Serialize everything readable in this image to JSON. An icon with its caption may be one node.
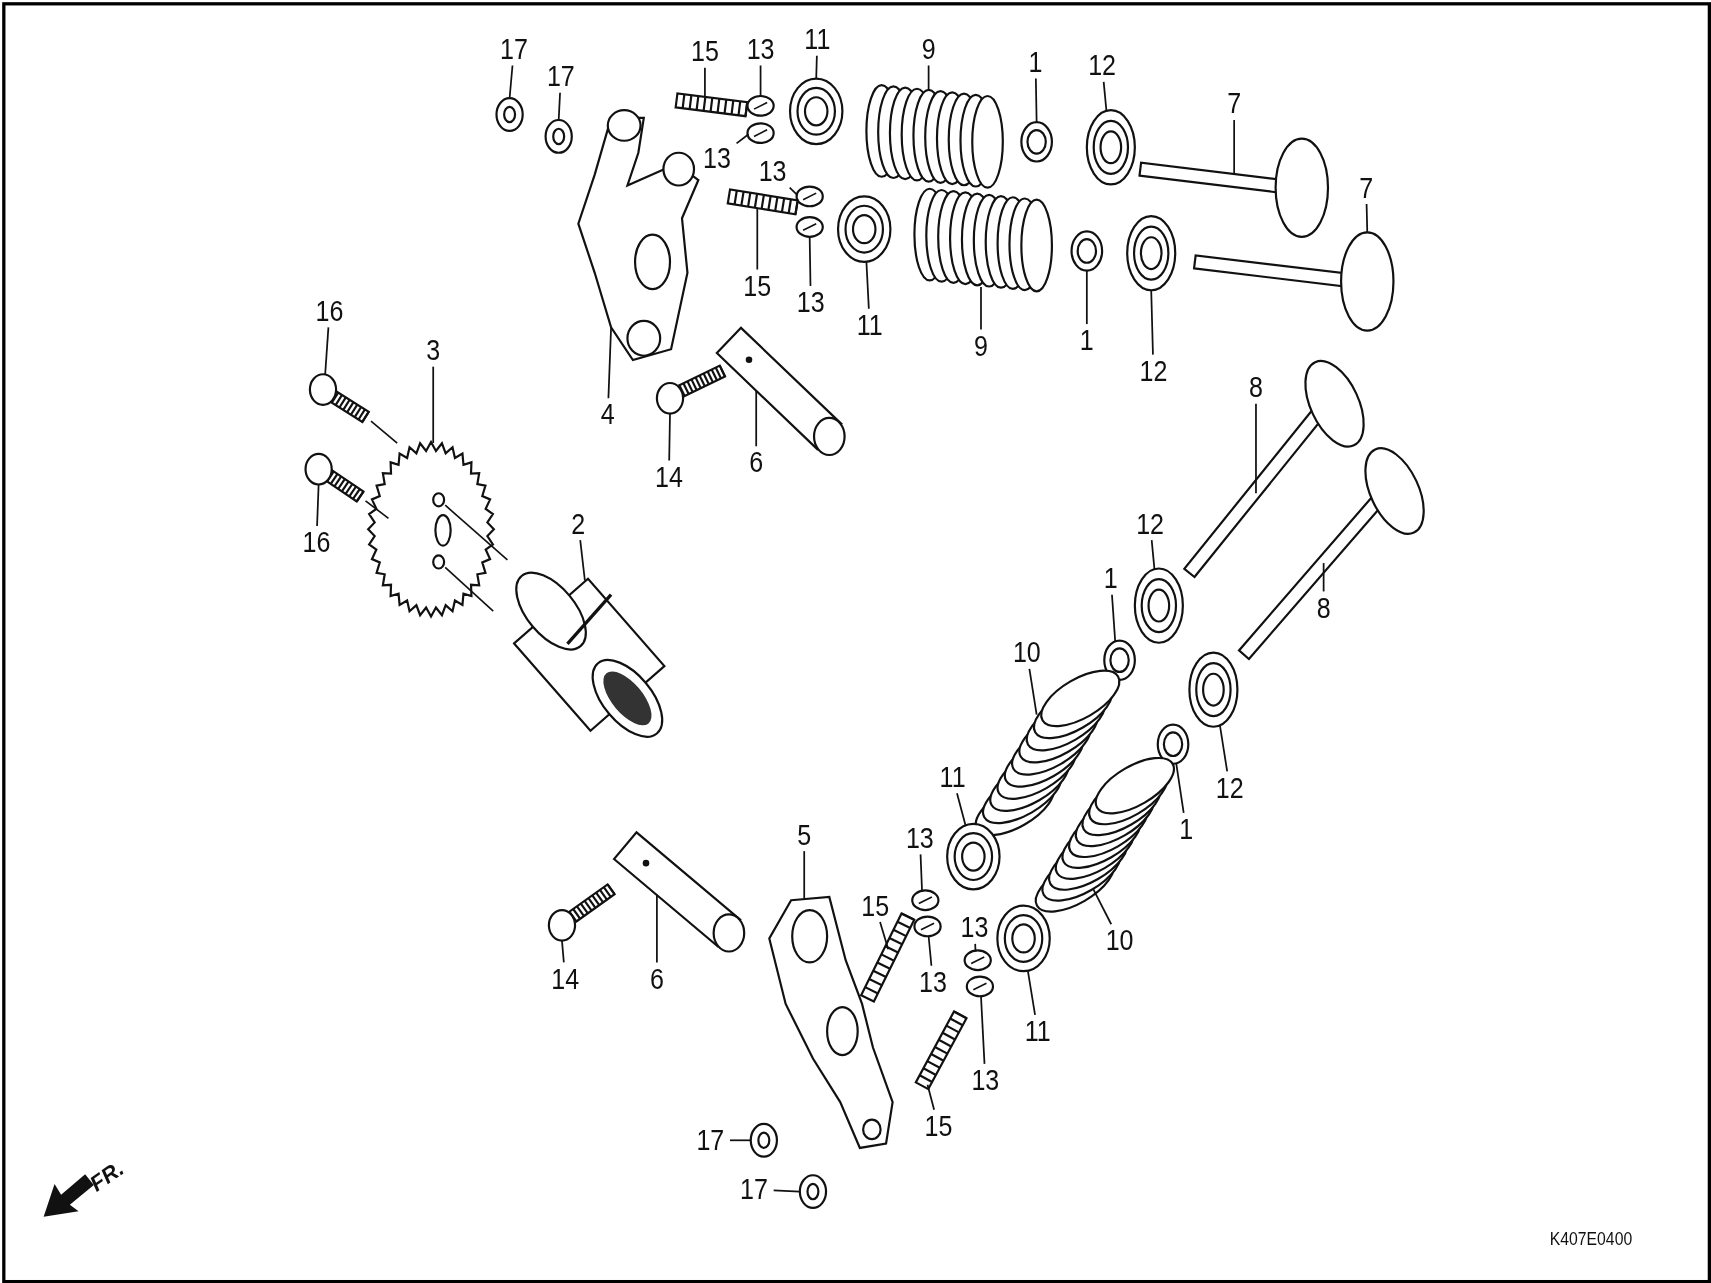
{
  "diagram": {
    "nodes": [
      {
        "text": [
          "17"
        ]
      },
      {
        "text": [
          "17"
        ]
      },
      {
        "text": [
          "15"
        ]
      },
      {
        "text": [
          "13"
        ]
      },
      {
        "text": [
          "13"
        ]
      },
      {
        "text": [
          "13"
        ]
      },
      {
        "text": [
          "15"
        ]
      },
      {
        "text": [
          "13"
        ]
      },
      {
        "text": [
          "11"
        ]
      },
      {
        "text": [
          "11"
        ]
      },
      {
        "text": [
          "9"
        ]
      },
      {
        "text": [
          "9"
        ]
      },
      {
        "text": [
          "1"
        ]
      },
      {
        "text": [
          "1"
        ]
      },
      {
        "text": [
          "12"
        ]
      },
      {
        "text": [
          "12"
        ]
      },
      {
        "text": [
          "7"
        ]
      },
      {
        "text": [
          "7"
        ]
      },
      {
        "text": [
          "16"
        ]
      },
      {
        "text": [
          "3"
        ]
      },
      {
        "text": [
          "4"
        ]
      },
      {
        "text": [
          "14"
        ]
      },
      {
        "text": [
          "6"
        ]
      },
      {
        "text": [
          "16"
        ]
      },
      {
        "text": [
          "2"
        ]
      },
      {
        "text": [
          "8"
        ]
      },
      {
        "text": [
          "12"
        ]
      },
      {
        "text": [
          "1"
        ]
      },
      {
        "text": [
          "8"
        ]
      },
      {
        "text": [
          "10"
        ]
      },
      {
        "text": [
          "1"
        ]
      },
      {
        "text": [
          "12"
        ]
      },
      {
        "text": [
          "11"
        ]
      },
      {
        "text": [
          "13"
        ]
      },
      {
        "text": [
          "5"
        ]
      },
      {
        "text": [
          "15"
        ]
      },
      {
        "text": [
          "10"
        ]
      },
      {
        "text": [
          "13"
        ]
      },
      {
        "text": [
          "14"
        ]
      },
      {
        "text": [
          "6"
        ]
      },
      {
        "text": [
          "13"
        ]
      },
      {
        "text": [
          "11"
        ]
      },
      {
        "text": [
          "13"
        ]
      },
      {
        "text": [
          "15"
        ]
      },
      {
        "text": [
          "17"
        ]
      },
      {
        "text": [
          "17"
        ]
      },
      {
        "text": [],
        "shape": "picture"
      },
      {
        "text": [],
        "shape": "picture"
      },
      {
        "text": [],
        "shape": "picture"
      },
      {
        "text": [],
        "shape": "picture"
      },
      {
        "text": [],
        "shape": "picture"
      },
      {
        "text": [],
        "shape": "picture"
      },
      {
        "text": [],
        "shape": "picture"
      },
      {
        "text": [],
        "shape": "picture"
      },
      {
        "text": [],
        "shape": "picture"
      },
      {
        "text": [],
        "shape": "picture"
      },
      {
        "text": [],
        "shape": "picture"
      },
      {
        "text": [],
        "shape": "picture"
      },
      {
        "text": [],
        "shape": "picture"
      },
      {
        "text": [],
        "shape": "picture"
      },
      {
        "text": [],
        "shape": "picture"
      },
      {
        "text": [],
        "shape": "picture"
      },
      {
        "text": [],
        "shape": "picture"
      },
      {
        "text": [],
        "shape": "picture"
      },
      {
        "text": [],
        "shape": "picture"
      },
      {
        "text": [],
        "shape": "picture"
      },
      {
        "text": [],
        "shape": "picture"
      },
      {
        "text": [],
        "shape": "picture"
      },
      {
        "text": [],
        "shape": "picture"
      },
      {
        "text": [],
        "shape": "picture"
      },
      {
        "text": [],
        "shape": "picture"
      },
      {
        "text": [],
        "shape": "picture"
      },
      {
        "text": [],
        "shape": "picture"
      },
      {
        "text": [],
        "shape": "picture"
      },
      {
        "text": [],
        "shape": "picture"
      },
      {
        "text": [],
        "shape": "picture"
      },
      {
        "text": [],
        "shape": "picture"
      },
      {
        "text": [],
        "shape": "picture"
      },
      {
        "text": [],
        "shape": "picture"
      },
      {
        "text": [],
        "shape": "picture"
      },
      {
        "text": [],
        "shape": "picture"
      },
      {
        "text": [],
        "shape": "picture"
      },
      {
        "text": [],
        "shape": "picture"
      },
      {
        "text": [],
        "shape": "picture"
      },
      {
        "text": [],
        "shape": "picture"
      },
      {
        "text": [],
        "shape": "picture"
      },
      {
        "text": [],
        "shape": "picture"
      },
      {
        "text": [],
        "shape": "picture"
      },
      {
        "text": [],
        "shape": "picture"
      },
      {
        "text": [],
        "shape": "picture"
      },
      {
        "text": [],
        "shape": "picture"
      },
      {
        "text": [],
        "shape": "picture"
      }
    ],
    "edges": [
      {
        "from": 0,
        "to": 46,
        "arrow": "none"
      },
      {
        "from": 1,
        "to": 47,
        "arrow": "none"
      },
      {
        "from": 2,
        "to": 48,
        "arrow": "none"
      },
      {
        "from": 3,
        "to": 49,
        "arrow": "none"
      },
      {
        "from": 4,
        "to": 50,
        "arrow": "none"
      },
      {
        "from": 5,
        "to": 51,
        "arrow": "none"
      },
      {
        "from": 6,
        "to": 52,
        "arrow": "none"
      },
      {
        "from": 7,
        "to": 53,
        "arrow": "none"
      },
      {
        "from": 8,
        "to": 54,
        "arrow": "none"
      },
      {
        "from": 9,
        "to": 55,
        "arrow": "none"
      },
      {
        "from": 10,
        "to": 56,
        "arrow": "none"
      },
      {
        "from": 11,
        "to": 57,
        "arrow": "none"
      },
      {
        "from": 12,
        "to": 58,
        "arrow": "none"
      },
      {
        "from": 13,
        "to": 59,
        "arrow": "none"
      },
      {
        "from": 14,
        "to": 60,
        "arrow": "none"
      },
      {
        "from": 15,
        "to": 61,
        "arrow": "none"
      },
      {
        "from": 16,
        "to": 62,
        "arrow": "none"
      },
      {
        "from": 17,
        "to": 63,
        "arrow": "none"
      },
      {
        "from": 18,
        "to": 64,
        "arrow": "none"
      },
      {
        "from": 19,
        "to": 65,
        "arrow": "none"
      },
      {
        "from": 20,
        "to": 66,
        "arrow": "none"
      },
      {
        "from": 21,
        "to": 67,
        "arrow": "none"
      },
      {
        "from": 22,
        "to": 68,
        "arrow": "none"
      },
      {
        "from": 23,
        "to": 69,
        "arrow": "none"
      },
      {
        "from": 24,
        "to": 70,
        "arrow": "none"
      },
      {
        "from": 25,
        "to": 71,
        "arrow": "none"
      },
      {
        "from": 26,
        "to": 72,
        "arrow": "none"
      },
      {
        "from": 27,
        "to": 73,
        "arrow": "none"
      },
      {
        "from": 28,
        "to": 74,
        "arrow": "none"
      },
      {
        "from": 29,
        "to": 75,
        "arrow": "none"
      },
      {
        "from": 30,
        "to": 76,
        "arrow": "none"
      },
      {
        "from": 31,
        "to": 77,
        "arrow": "none"
      },
      {
        "from": 32,
        "to": 78,
        "arrow": "none"
      },
      {
        "from": 33,
        "to": 79,
        "arrow": "none"
      },
      {
        "from": 34,
        "to": 80,
        "arrow": "none"
      },
      {
        "from": 35,
        "to": 81,
        "arrow": "none"
      },
      {
        "from": 36,
        "to": 82,
        "arrow": "none"
      },
      {
        "from": 37,
        "to": 83,
        "arrow": "none"
      },
      {
        "from": 38,
        "to": 84,
        "arrow": "none"
      },
      {
        "from": 39,
        "to": 85,
        "arrow": "none"
      },
      {
        "from": 40,
        "to": 86,
        "arrow": "none"
      },
      {
        "from": 41,
        "to": 87,
        "arrow": "none"
      },
      {
        "from": 42,
        "to": 88,
        "arrow": "none"
      },
      {
        "from": 43,
        "to": 89,
        "arrow": "none"
      },
      {
        "from": 44,
        "to": 90,
        "arrow": "none"
      },
      {
        "from": 45,
        "to": 91,
        "arrow": "none"
      }
    ],
    "labels": [
      "FR.",
      "K407E0400"
    ]
  }
}
